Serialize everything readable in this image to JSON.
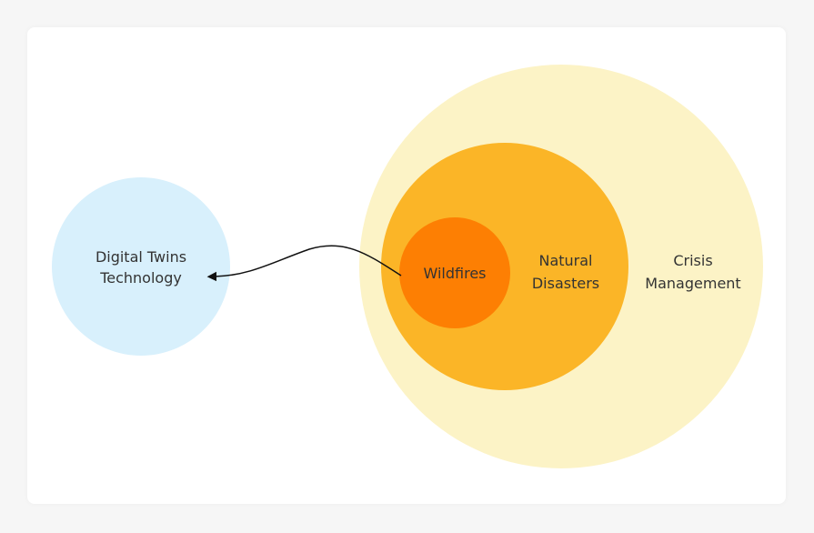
{
  "diagram": {
    "digital_twins": {
      "line1": "Digital Twins",
      "line2": "Technology",
      "color": "#d8f0fc"
    },
    "crisis_management": {
      "line1": "Crisis",
      "line2": "Management",
      "color": "#fcf3c6"
    },
    "natural_disasters": {
      "line1": "Natural",
      "line2": "Disasters",
      "color": "#fbb527"
    },
    "wildfires": {
      "label": "Wildfires",
      "color": "#fd7f03"
    },
    "arrow_color": "#111111"
  }
}
